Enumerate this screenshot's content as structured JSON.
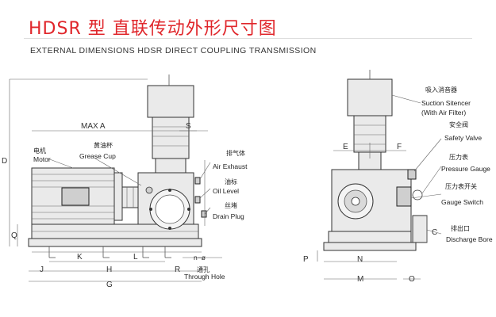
{
  "title": {
    "zh": "HDSR 型 直联传动外形尺寸图",
    "en": "EXTERNAL DIMENSIONS HDSR DIRECT COUPLING TRANSMISSION"
  },
  "left_view": {
    "labels": {
      "motor_zh": "电机",
      "motor_en": "Motor",
      "grease_zh": "黄油杯",
      "grease_en": "Grease Cup",
      "air_exhaust_zh": "排气体",
      "air_exhaust_en": "Air Exhaust",
      "oil_level_zh": "油标",
      "oil_level_en": "Oil Level",
      "drain_zh": "丝堵",
      "drain_en": "Drain Plug",
      "hole_sym": "n−ø",
      "hole_zh": "通孔",
      "hole_en": "Through Hole"
    },
    "dims": {
      "max_a": "MAX A",
      "s": "S",
      "d": "D",
      "q": "Q",
      "k": "K",
      "l": "L",
      "j": "J",
      "h": "H",
      "r": "R",
      "g": "G"
    }
  },
  "right_view": {
    "labels": {
      "silencer_zh": "吸入消音器",
      "silencer_en1": "Suction Sitencer",
      "silencer_en2": "(With Air Filter)",
      "safety_zh": "安全阀",
      "safety_en": "Safety Valve",
      "gauge_zh": "压力表",
      "gauge_en": "Pressure Gauge",
      "switch_zh": "压力表开关",
      "switch_en": "Gauge Switch",
      "discharge_zh": "排出口",
      "discharge_en": "Discharge Bore"
    },
    "dims": {
      "e": "E",
      "f": "F",
      "c": "C",
      "p": "P",
      "n": "N",
      "m": "M",
      "o": "O"
    }
  }
}
